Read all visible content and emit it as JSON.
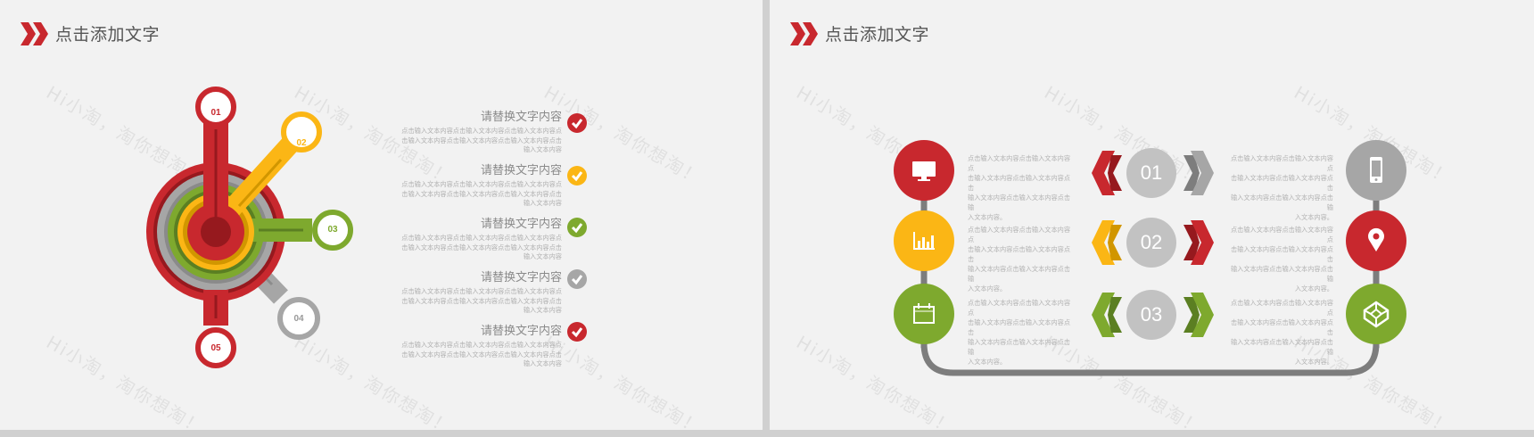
{
  "colors": {
    "red": "#c8282e",
    "dark_red": "#96191e",
    "yellow": "#fbb615",
    "dark_yellow": "#d19600",
    "green": "#7ea92e",
    "dark_green": "#5b7f22",
    "gray": "#a6a6a6",
    "dark_gray": "#7d7d7d",
    "background": "#f2f2f2"
  },
  "watermark": "Hi小淘，淘你想淘！",
  "slide1": {
    "title": "点击添加文字",
    "diagram_labels": [
      "01",
      "02",
      "03",
      "04",
      "05"
    ],
    "items": [
      {
        "title": "请替换文字内容",
        "desc_lines": [
          "点击输入文本内容点击输入文本内容点击输入文本内容点",
          "击输入文本内容点击输入文本内容点击输入文本内容点击",
          "输入文本内容"
        ],
        "check_color": "red",
        "check_icon": "checkmark-icon"
      },
      {
        "title": "请替换文字内容",
        "desc_lines": [
          "点击输入文本内容点击输入文本内容点击输入文本内容点",
          "击输入文本内容点击输入文本内容点击输入文本内容点击",
          "输入文本内容"
        ],
        "check_color": "yellow",
        "check_icon": "checkmark-icon"
      },
      {
        "title": "请替换文字内容",
        "desc_lines": [
          "点击输入文本内容点击输入文本内容点击输入文本内容点",
          "击输入文本内容点击输入文本内容点击输入文本内容点击",
          "输入文本内容"
        ],
        "check_color": "green",
        "check_icon": "checkmark-icon"
      },
      {
        "title": "请替换文字内容",
        "desc_lines": [
          "点击输入文本内容点击输入文本内容点击输入文本内容点",
          "击输入文本内容点击输入文本内容点击输入文本内容点击",
          "输入文本内容"
        ],
        "check_color": "gray",
        "check_icon": "checkmark-icon"
      },
      {
        "title": "请替换文字内容",
        "desc_lines": [
          "点击输入文本内容点击输入文本内容点击输入文本内容点",
          "击输入文本内容点击输入文本内容点击输入文本内容点击",
          "输入文本内容"
        ],
        "check_color": "red",
        "check_icon": "checkmark-icon"
      }
    ]
  },
  "slide2": {
    "title": "点击添加文字",
    "rows": [
      {
        "number": "01",
        "left_icon": "monitor-icon",
        "left_color": "red",
        "left_desc": [
          "点击输入文本内容点击输入文本内容点",
          "击输入文本内容点击输入文本内容点击",
          "输入文本内容点击输入文本内容点击输",
          "入文本内容。"
        ],
        "left_chevron": "red",
        "right_chevron": "gray",
        "right_icon": "smartphone-icon",
        "right_color": "gray",
        "right_desc": [
          "点击输入文本内容点击输入文本内容点",
          "击输入文本内容点击输入文本内容点击",
          "输入文本内容点击输入文本内容点击输",
          "入文本内容。"
        ]
      },
      {
        "number": "02",
        "left_icon": "bar-chart-icon",
        "left_color": "yellow",
        "left_desc": [
          "点击输入文本内容点击输入文本内容点",
          "击输入文本内容点击输入文本内容点击",
          "输入文本内容点击输入文本内容点击输",
          "入文本内容。"
        ],
        "left_chevron": "yellow",
        "right_chevron": "red",
        "right_icon": "location-pin-icon",
        "right_color": "red",
        "right_desc": [
          "点击输入文本内容点击输入文本内容点",
          "击输入文本内容点击输入文本内容点击",
          "输入文本内容点击输入文本内容点击输",
          "入文本内容。"
        ]
      },
      {
        "number": "03",
        "left_icon": "calendar-icon",
        "left_color": "green",
        "left_desc": [
          "点击输入文本内容点击输入文本内容点",
          "击输入文本内容点击输入文本内容点击",
          "输入文本内容点击输入文本内容点击输",
          "入文本内容。"
        ],
        "left_chevron": "green",
        "right_chevron": "green",
        "right_icon": "codepen-cube-icon",
        "right_color": "green",
        "right_desc": [
          "点击输入文本内容点击输入文本内容点",
          "击输入文本内容点击输入文本内容点击",
          "输入文本内容点击输入文本内容点击输",
          "入文本内容。"
        ]
      }
    ]
  }
}
